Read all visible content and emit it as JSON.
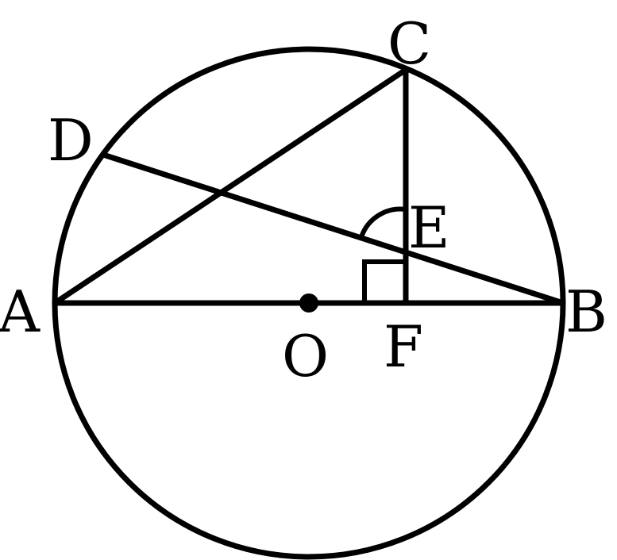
{
  "labels": {
    "A": "A",
    "B": "B",
    "C": "C",
    "D": "D",
    "E": "E",
    "F": "F",
    "O": "O"
  },
  "colors": {
    "ink": "#000000",
    "background": "#ffffff"
  }
}
